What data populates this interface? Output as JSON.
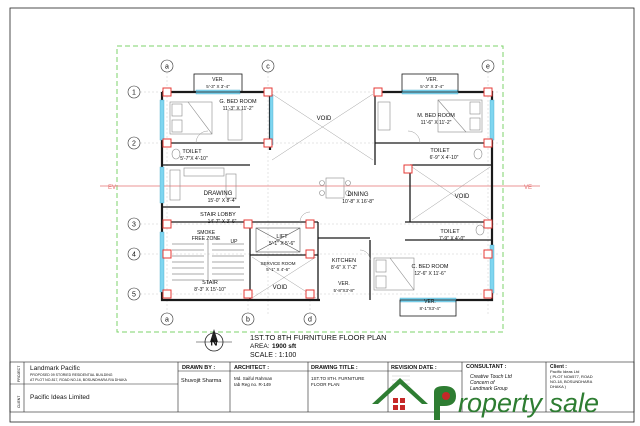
{
  "sheet": {
    "grid_letters_top": [
      "a",
      "c",
      "e"
    ],
    "grid_letters_bottom": [
      "a",
      "b",
      "d"
    ],
    "grid_numbers": [
      "1",
      "2",
      "3",
      "4",
      "5"
    ],
    "axis_marks": {
      "left": "EV",
      "right": "VE"
    },
    "north_label": "N"
  },
  "rooms": {
    "ver_top_left": {
      "name": "VER.",
      "dim": "5'-3\" X 3'-4\""
    },
    "bed_left": {
      "name": "G. BED ROOM",
      "dim": "11'-3\" X 11'-2\""
    },
    "void_top": {
      "name": "VOID"
    },
    "ver_top_right": {
      "name": "VER.",
      "dim": "5'-3\" X 3'-4\""
    },
    "bed_master": {
      "name": "M. BED ROOM",
      "dim": "11'-6\" X 11'-2\""
    },
    "toilet_left": {
      "name": "TOILET",
      "dim": "5'-7\"X 4'-10\""
    },
    "toilet_right": {
      "name": "TOILET",
      "dim": "6'-9\" X 4'-10\""
    },
    "drawing": {
      "name": "DRAWING",
      "dim": "15'-0\" X 8'-4\""
    },
    "dining": {
      "name": "DINING",
      "dim": "10'-8\" X 16'-8\""
    },
    "void_right": {
      "name": "VOID"
    },
    "stair_lobby": {
      "name": "STAIR LOBBY",
      "dim": "14'-7\" X 3'-6\""
    },
    "smoke_zone": {
      "name": "SMOKE",
      "sub": "FREE ZONE"
    },
    "lift": {
      "name": "LIFT",
      "dim": "5'-1\" X 5'-6\""
    },
    "toilet_bottom": {
      "name": "TOILET",
      "dim": "7'-9\" X 4'-0\""
    },
    "service_room": {
      "name": "SERVICE ROOM",
      "dim": "5'-1\" X 4'-6\""
    },
    "kitchen": {
      "name": "KITCHEN",
      "dim": "8'-6\" X 7'-2\""
    },
    "bed_guest_bottom": {
      "name": "C. BED ROOM",
      "dim": "12'-6\" X 11'-6\""
    },
    "stair": {
      "name": "STAIR",
      "dim": "8'-3\" X 15'-10\"",
      "up": "UP"
    },
    "void_bottom": {
      "name": "VOID"
    },
    "ver_kitchen": {
      "name": "VER.",
      "dim": "5'-8\"X3'-8\""
    },
    "ver_bottom": {
      "name": "VER.",
      "dim": "8'-1\"X3'-4\""
    }
  },
  "plan_title": {
    "title": "1ST.TO 8TH FURNITURE FLOOR PLAN",
    "area_label": "AREA:",
    "area_value": "1900 sft",
    "scale": "SCALE : 1:100"
  },
  "title_block": {
    "project_tag": "PROJECT",
    "client_tag": "CLIENT",
    "project_name": "Landmark Pacific",
    "project_desc_1": "PROPOSED 09 STORIED RESIDENTIAL BUILDING",
    "project_desc_2": "AT PLOT NO-817, ROAD NO-16, BOSUNDHARA R/A DHAKA",
    "client_name": "Pacific Ideas Limited",
    "drawn_by_label": "DRAWN BY :",
    "drawn_by": "Shuvojit Sharma",
    "architect_label": "ARCHITECT :",
    "architect_name": "Md. Saiful Rahman",
    "architect_reg": "Iab Reg no. R-149",
    "drawing_title_label": "DRAWING TITLE :",
    "drawing_title_1": "1ST.TO 8TH. FURNITURE",
    "drawing_title_2": "FLOOR  PLAN",
    "revision_label": "REVISION DATE :",
    "consultant_label": "CONSULTANT :",
    "consultant_1": "Creative Touch Ltd",
    "consultant_2": "Concern of",
    "consultant_3": "Landmark Group",
    "client_label": "Client :",
    "client_1": "Pacific Ideas Ltd",
    "client_2": "( PLOT NO#577, ROAD",
    "client_3": "NO-18, BOSUNDHARA",
    "client_4": "DHAKA )"
  },
  "watermark": {
    "text": "roperty sale"
  },
  "colors": {
    "wall": "#1a1a1a",
    "green_boundary": "#7ed36b",
    "window_cyan": "#7fd6f0",
    "column_red": "#e53935",
    "dimension_red": "#e57373",
    "furniture": "#8a8a8a",
    "watermark_green": "#2e7d32",
    "watermark_red": "#c62828"
  }
}
